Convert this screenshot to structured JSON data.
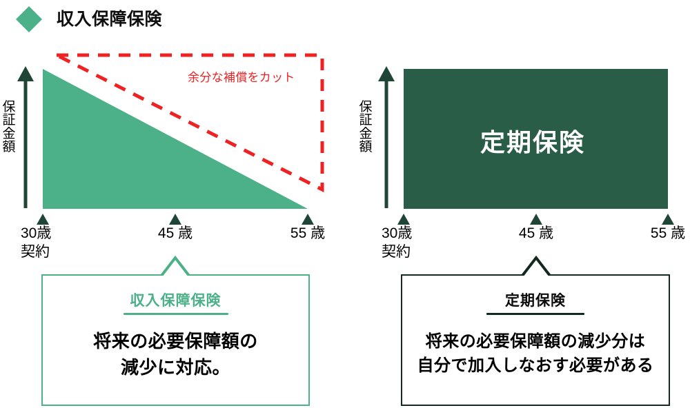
{
  "header": {
    "title": "収入保障保険",
    "icon": "diamond-icon",
    "icon_color": "#4CB189"
  },
  "colors": {
    "light_green": "#4CB189",
    "dark_green": "#2A5D48",
    "axis_green": "#1E4536",
    "callout_green": "#4CB189",
    "callout_dark": "#11291F",
    "red": "#EE2222",
    "white": "#FFFFFF",
    "black": "#000000"
  },
  "left_panel": {
    "axis_label": "保証\n金額",
    "ticks": [
      {
        "label": "30歳\n契約",
        "age": 30
      },
      {
        "label": "45 歳",
        "age": 45
      },
      {
        "label": "55 歳",
        "age": 55
      }
    ],
    "annotation": "余分な補償をカット",
    "callout": {
      "heading": "収入保障保険",
      "text": "将来の必要保障額の\n減少に対応。"
    }
  },
  "right_panel": {
    "axis_label": "保証\n金額",
    "ticks": [
      {
        "label": "30歳\n契約",
        "age": 30
      },
      {
        "label": "45 歳",
        "age": 45
      },
      {
        "label": "55 歳",
        "age": 55
      }
    ],
    "block_label": "定期保険",
    "callout": {
      "heading": "定期保険",
      "text": "将来の必要保障額の減少分は\n自分で加入しなおす必要がある"
    }
  },
  "chart_data": {
    "type": "area",
    "title": "収入保障保険",
    "xlabel": "",
    "ylabel": "保証金額",
    "x": [
      30,
      45,
      55
    ],
    "tick_labels": [
      "30歳 契約",
      "45 歳",
      "55 歳"
    ],
    "xlim": [
      30,
      55
    ],
    "ylim": [
      0,
      100
    ],
    "grid": false,
    "legend": "none",
    "series": [
      {
        "name": "収入保障保険",
        "color": "#4CB189",
        "values": [
          100,
          40,
          0
        ],
        "note": "契約時から満期に向けて保障額が逓減する三角形"
      },
      {
        "name": "定期保険",
        "color": "#2A5D48",
        "values": [
          100,
          100,
          100
        ],
        "note": "期間中は保障額が一定の長方形"
      },
      {
        "name": "余分な補償をカット",
        "color": "#EE2222",
        "style": "dashed",
        "values": [
          100,
          40,
          0
        ],
        "note": "定期保険と収入保障保険の差分（赤い破線領域）"
      }
    ]
  }
}
